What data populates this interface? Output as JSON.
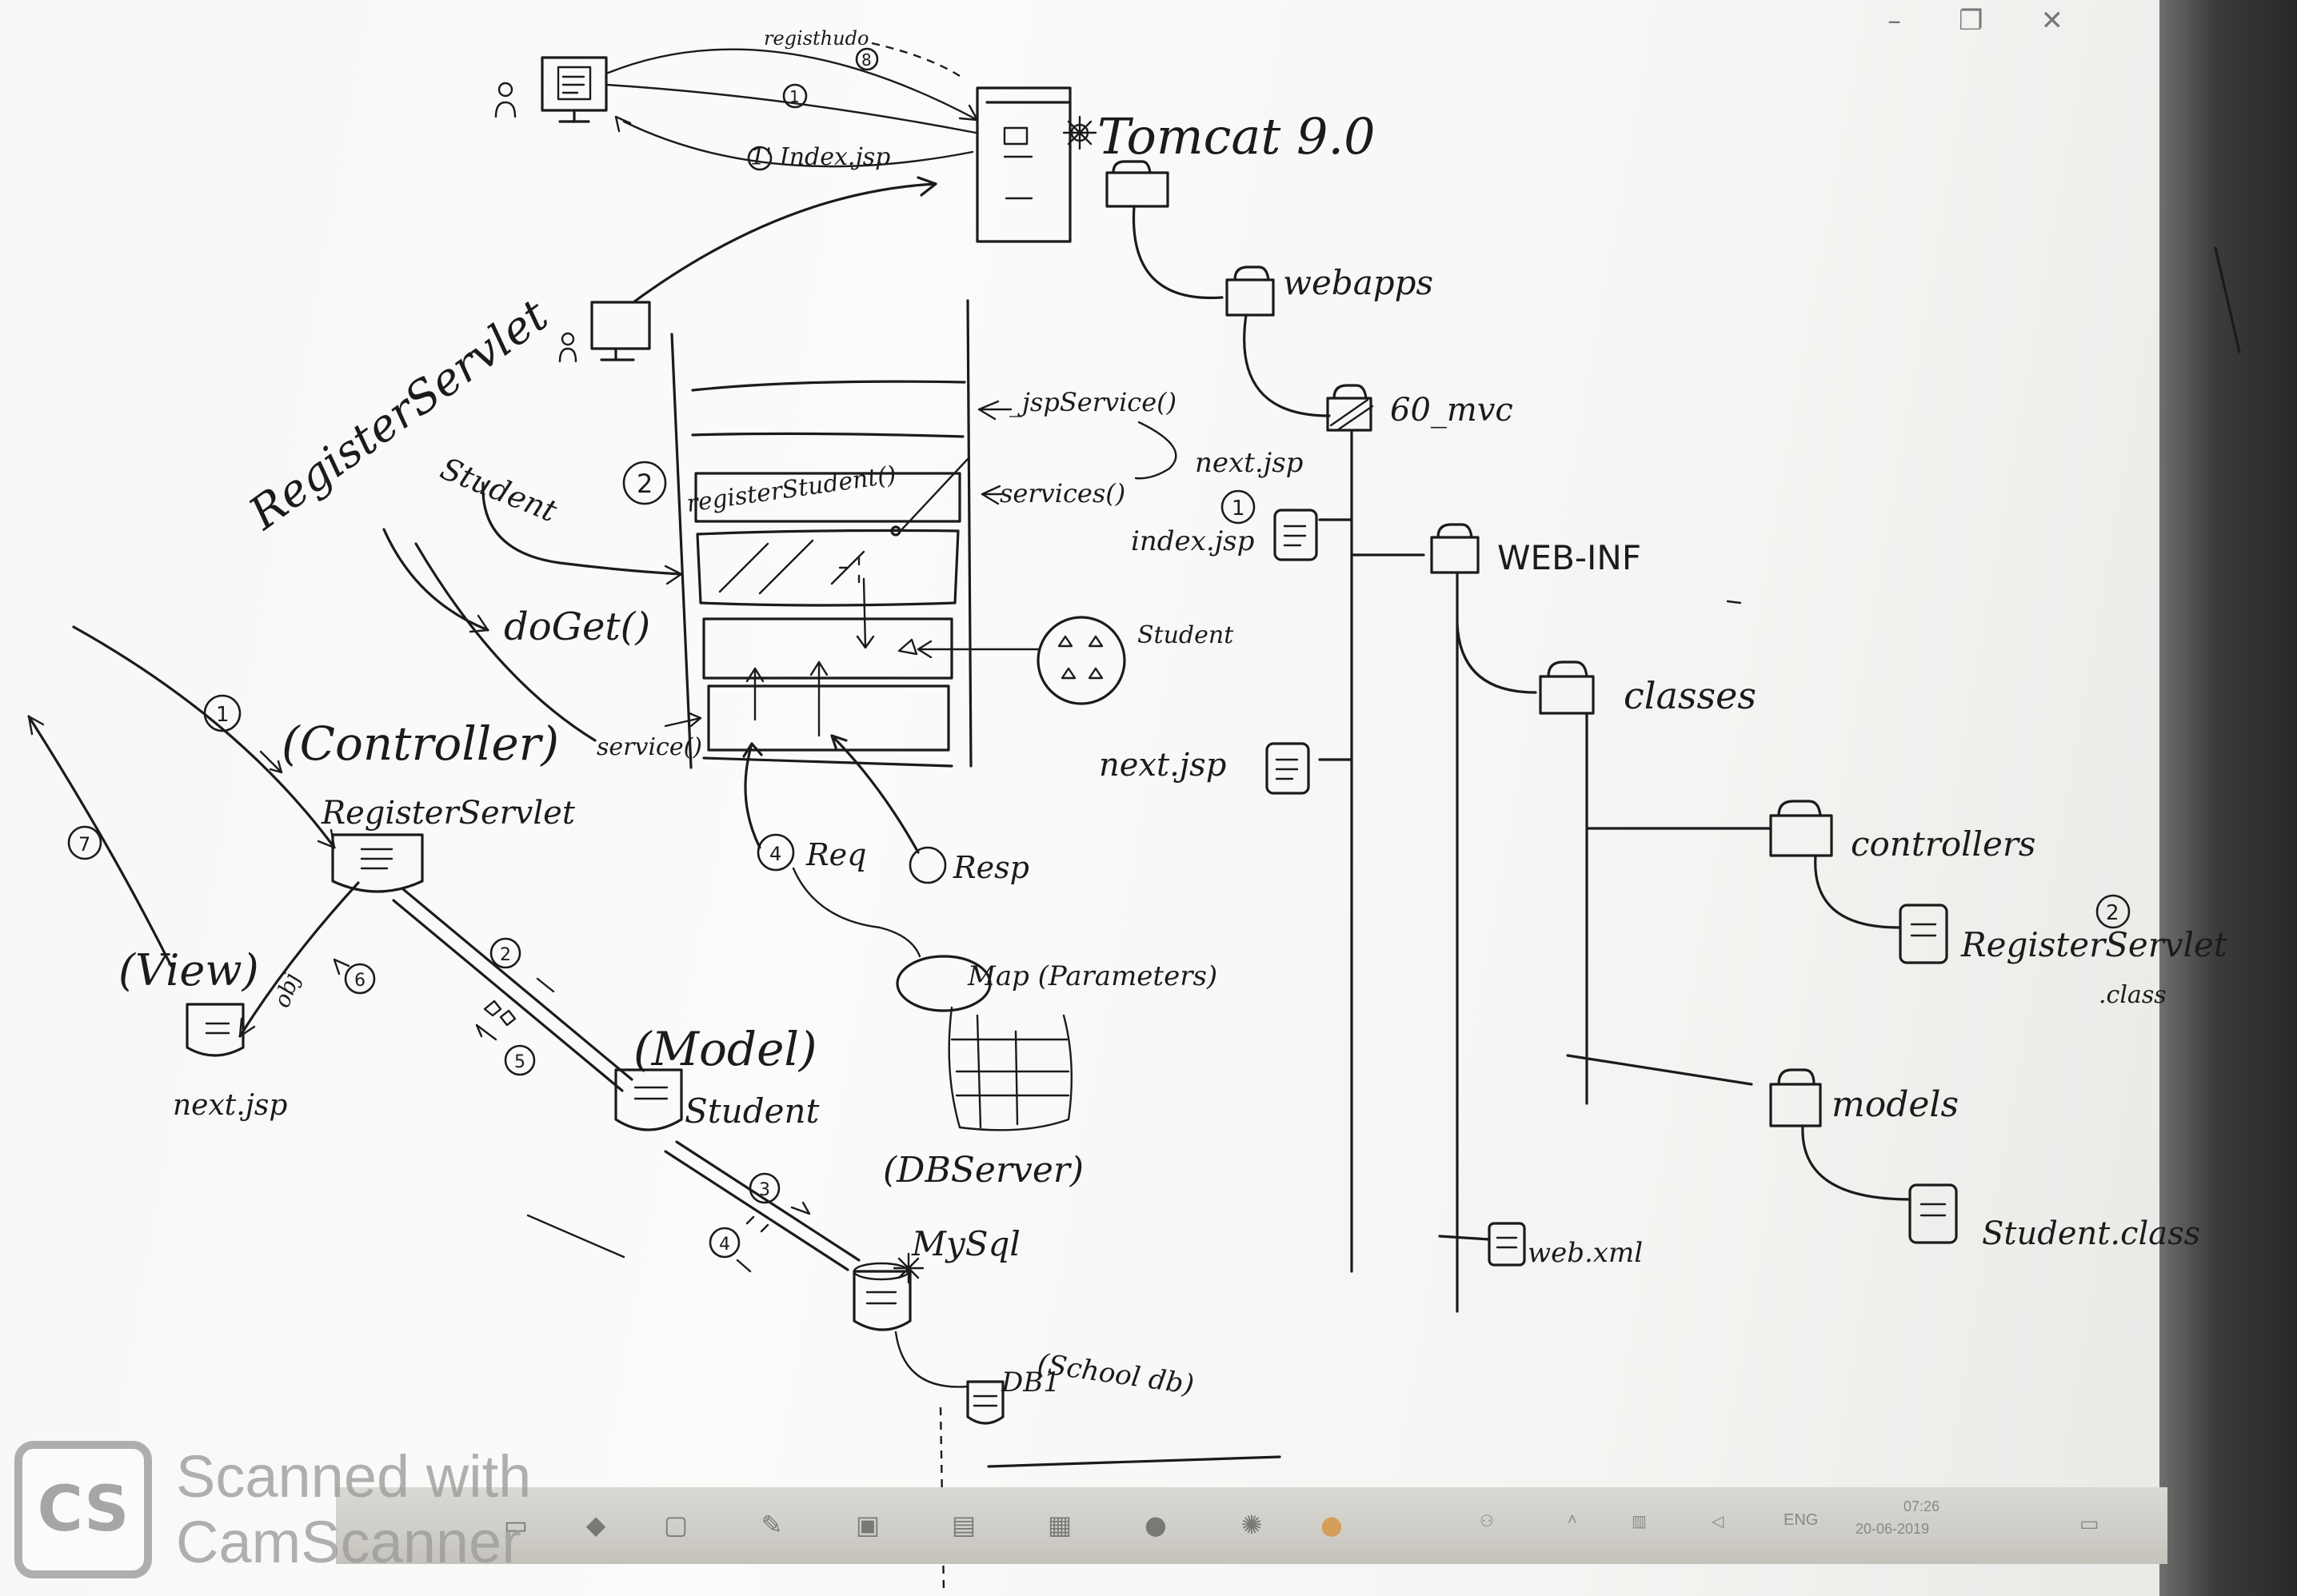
{
  "window_controls": {
    "minimize": "–",
    "restore": "❐",
    "close": "✕"
  },
  "labels": {
    "tomcat": "Tomcat 9.0",
    "webapps": "webapps",
    "app": "60_mvc",
    "web_inf": "WEB-INF",
    "classes": "classes",
    "controllers": "controllers",
    "register_servlet_class": "RegisterServlet",
    "class_suffix": ".class",
    "models": "models",
    "student_class": "Student.class",
    "web_xml": "web.xml",
    "index_jsp": "index.jsp",
    "next_jsp": "next.jsp",
    "next_jsp_2": "next.jsp",
    "jsp_service": "_jspService()",
    "services": "services()",
    "register_student": "registerStudent()",
    "do_get": "doGet()",
    "service": "service()",
    "student_obj": "Student",
    "student_arrow": "Student",
    "register_servlet_curve": "RegisterServlet",
    "req": "Req",
    "resp": "Resp",
    "map_params": "Map (Parameters)",
    "controller": "(Controller)",
    "register_servlet": "RegisterServlet",
    "view": "(View)",
    "next_jsp_view": "next.jsp",
    "model": "(Model)",
    "student_model": "Student",
    "db_server": "(DBServer)",
    "mysql": "MySql",
    "db1": "DB1",
    "school_db": "(School db)",
    "registerhdo": "registhudo",
    "index_jsp_req": "1' Index.jsp",
    "obj": "obj",
    "n1": "1",
    "n2": "2",
    "n3": "3",
    "n4": "4",
    "n5": "5",
    "n6": "6",
    "n7": "7",
    "n2b": "2",
    "n1b": "1",
    "n2c": "2",
    "n8": "8"
  },
  "watermark": {
    "line1": "Scanned with",
    "line2": "CamScanner"
  },
  "taskbar": {
    "lang": "ENG",
    "time": "07:26",
    "date": "20-06-2019"
  }
}
